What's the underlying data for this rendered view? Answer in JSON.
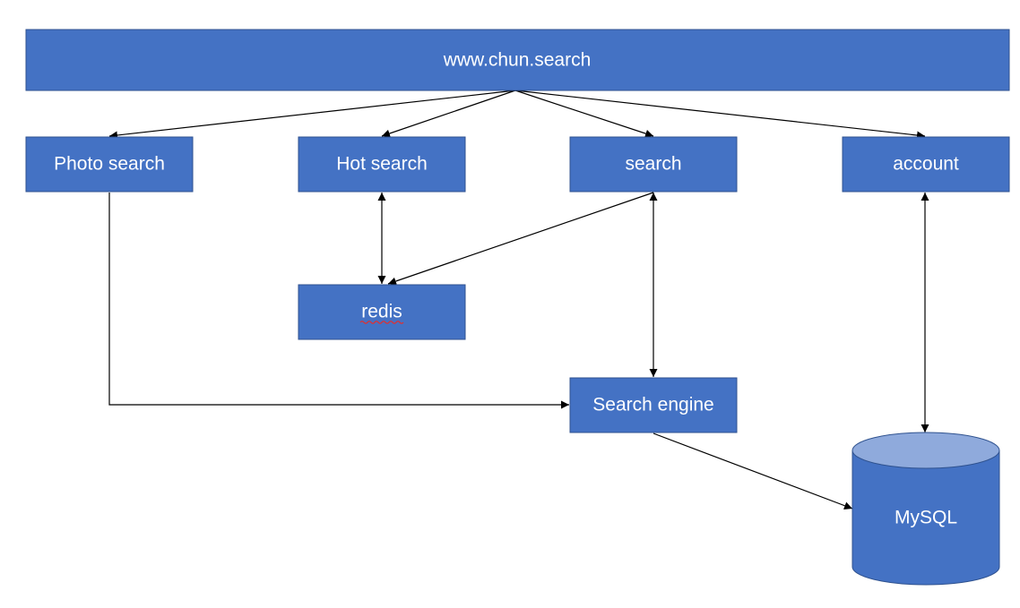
{
  "diagram": {
    "colors": {
      "box_fill": "#4472c4",
      "box_border": "#2f528f",
      "cylinder_top": "#8faadc",
      "text": "#ffffff",
      "edge": "#000000",
      "spellcheck_underline": "#e03030"
    },
    "nodes": {
      "website": "www.chun.search",
      "photo_search": "Photo search",
      "hot_search": "Hot search",
      "search": "search",
      "account": "account",
      "redis": "redis",
      "search_engine": "Search engine",
      "mysql": "MySQL"
    },
    "edges": [
      {
        "from": "website",
        "to": "photo_search",
        "direction": "forward"
      },
      {
        "from": "website",
        "to": "hot_search",
        "direction": "forward"
      },
      {
        "from": "website",
        "to": "search",
        "direction": "forward"
      },
      {
        "from": "website",
        "to": "account",
        "direction": "forward"
      },
      {
        "from": "hot_search",
        "to": "redis",
        "direction": "both"
      },
      {
        "from": "search",
        "to": "redis",
        "direction": "forward"
      },
      {
        "from": "search",
        "to": "search_engine",
        "direction": "both"
      },
      {
        "from": "photo_search",
        "to": "search_engine",
        "direction": "forward"
      },
      {
        "from": "search_engine",
        "to": "mysql",
        "direction": "forward"
      },
      {
        "from": "account",
        "to": "mysql",
        "direction": "both"
      }
    ]
  }
}
